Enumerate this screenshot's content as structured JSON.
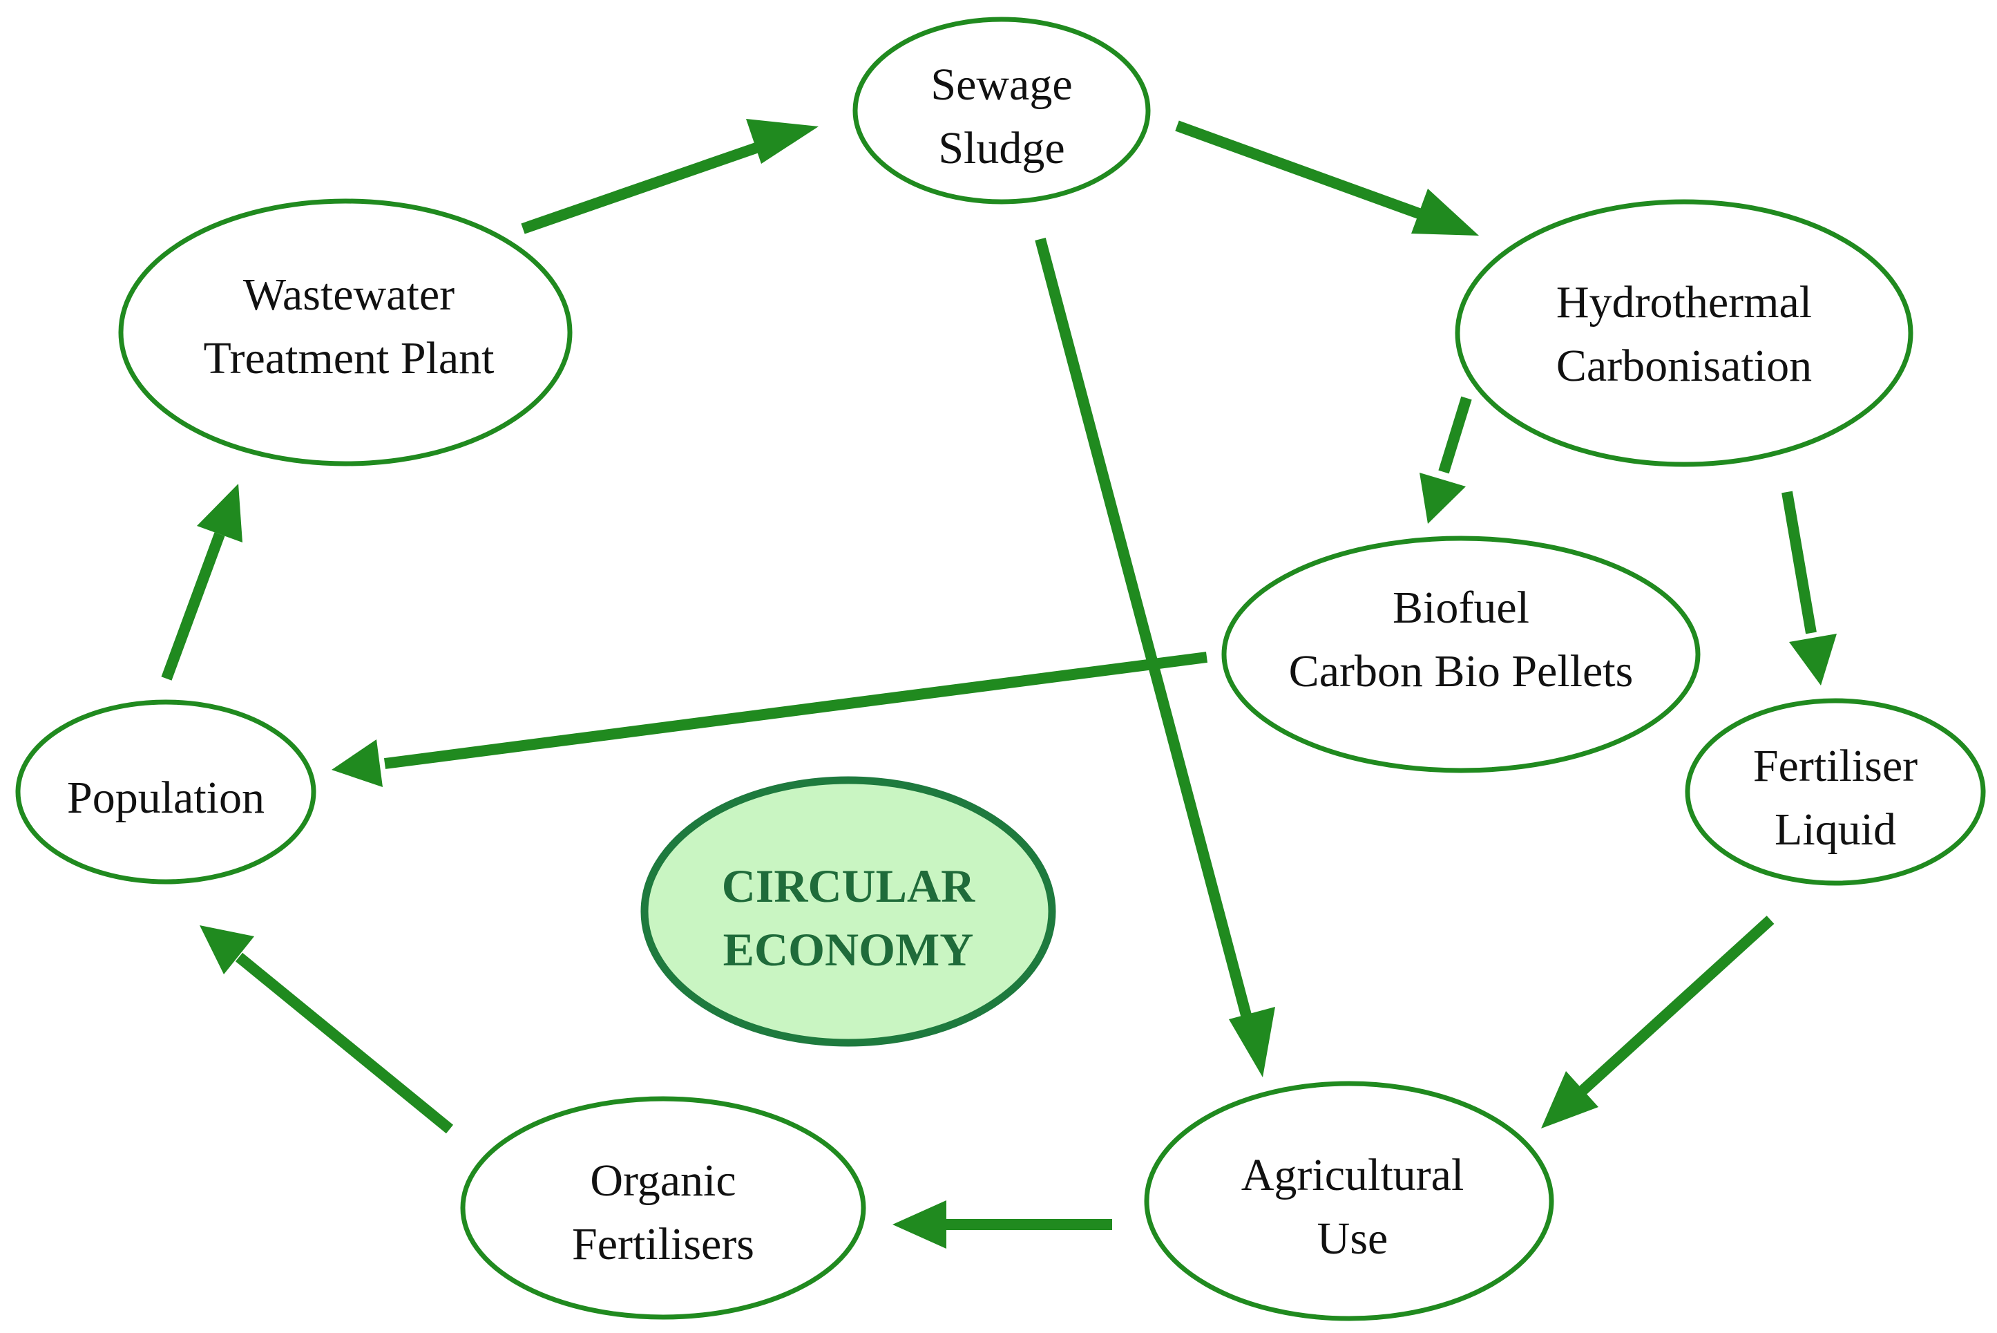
{
  "colors": {
    "arrow": "#208a1f",
    "node_border": "#208a1f",
    "center_fill": "#c9f5c2",
    "center_border": "#1e7a3e",
    "center_text": "#1f6b3a"
  },
  "nodes": {
    "sewage_sludge": {
      "line1": "Sewage",
      "line2": "Sludge"
    },
    "wastewater_treatment_plant": {
      "line1": "Wastewater",
      "line2": "Treatment Plant"
    },
    "hydrothermal_carbonisation": {
      "line1": "Hydrothermal",
      "line2": "Carbonisation"
    },
    "biofuel_pellets": {
      "line1": "Biofuel",
      "line2": "Carbon Bio Pellets"
    },
    "fertiliser_liquid": {
      "line1": "Fertiliser",
      "line2": "Liquid"
    },
    "population": {
      "line1": "Population"
    },
    "agricultural_use": {
      "line1": "Agricultural",
      "line2": "Use"
    },
    "organic_fertilisers": {
      "line1": "Organic",
      "line2": "Fertilisers"
    }
  },
  "center": {
    "line1": "CIRCULAR",
    "line2": "ECONOMY"
  },
  "edges": [
    {
      "from": "wastewater_treatment_plant",
      "to": "sewage_sludge"
    },
    {
      "from": "sewage_sludge",
      "to": "hydrothermal_carbonisation"
    },
    {
      "from": "sewage_sludge",
      "to": "agricultural_use"
    },
    {
      "from": "hydrothermal_carbonisation",
      "to": "biofuel_pellets"
    },
    {
      "from": "hydrothermal_carbonisation",
      "to": "fertiliser_liquid"
    },
    {
      "from": "biofuel_pellets",
      "to": "population"
    },
    {
      "from": "fertiliser_liquid",
      "to": "agricultural_use"
    },
    {
      "from": "agricultural_use",
      "to": "organic_fertilisers"
    },
    {
      "from": "organic_fertilisers",
      "to": "population"
    },
    {
      "from": "population",
      "to": "wastewater_treatment_plant"
    }
  ]
}
